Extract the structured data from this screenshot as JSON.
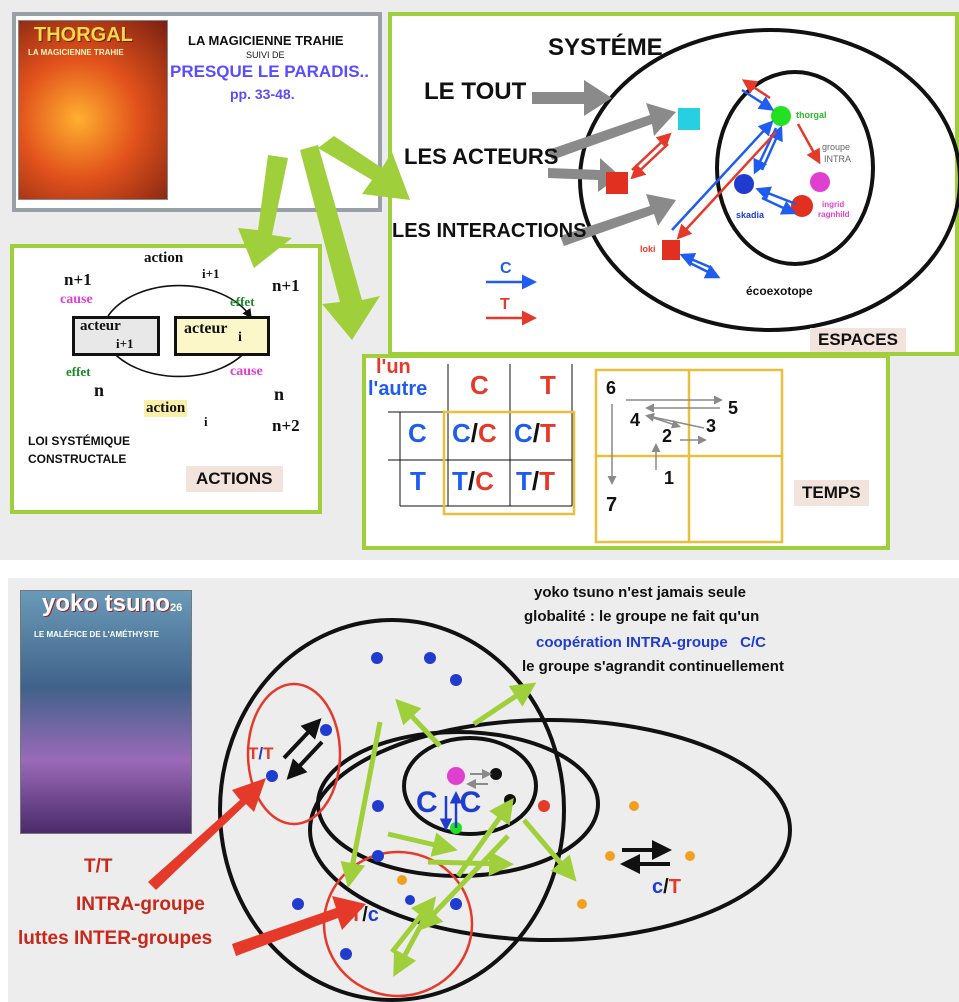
{
  "top": {
    "book": {
      "cover_series": "THORGAL",
      "cover_subtitle": "LA MAGICIENNE TRAHIE",
      "title": "LA MAGICIENNE TRAHIE",
      "suivi": "SUIVI DE",
      "subtitle": "PRESQUE LE PARADIS..",
      "pages": "pp. 33-48."
    },
    "system": {
      "label": "SYSTÉME",
      "le_tout": "LE TOUT",
      "les_acteurs": "LES ACTEURS",
      "les_interactions": "LES INTERACTIONS",
      "legend_c": "C",
      "legend_t": "T",
      "thorgal": "thorgal",
      "groupe": "groupe",
      "intra": "INTRA",
      "ingrid": "ingrid",
      "ragnhild": "ragnhild",
      "skadia": "skadia",
      "loki": "loki",
      "ecoexotope": "écoexotope",
      "espaces": "ESPACES"
    },
    "actions": {
      "action_top": "action",
      "i_plus_1_top": "i+1",
      "n_plus_1_left": "n+1",
      "n_plus_1_right": "n+1",
      "cause_left": "cause",
      "effet_right": "effet",
      "acteur_left": "acteur",
      "acteur_left_sub": "i+1",
      "acteur_right": "acteur",
      "acteur_right_sub": "i",
      "effet_left": "effet",
      "cause_right": "cause",
      "n_left": "n",
      "n_right": "n",
      "action_bottom": "action",
      "action_bottom_sub": "i",
      "n_plus_2": "n+2",
      "loi1": "LOI SYSTÉMIQUE",
      "loi2": "CONSTRUCTALE",
      "label": "ACTIONS"
    },
    "matrix": {
      "lun": "l'un",
      "lautre": "l'autre",
      "h_c": "C",
      "h_t": "T",
      "r_c": "C",
      "r_t": "T",
      "cc_a": "C",
      "cc_b": "C",
      "ct_a": "C",
      "ct_b": "T",
      "tc_a": "T",
      "tc_b": "C",
      "tt_a": "T",
      "tt_b": "T",
      "slash": "/"
    },
    "temps": {
      "n6": "6",
      "n5": "5",
      "n4": "4",
      "n3": "3",
      "n2": "2",
      "n1": "1",
      "n7": "7",
      "label": "TEMPS"
    }
  },
  "bottom": {
    "cover_series": "yoko tsuno",
    "cover_number": "26",
    "cover_subtitle": "LE MALÉFICE DE L'AMÉTHYSTE",
    "line1": "yoko tsuno n'est jamais seule",
    "line2": "globalité : le groupe ne fait qu'un",
    "line3": "coopération INTRA-groupe   C/C",
    "line4": "le groupe s'agrandit continuellement",
    "tt_small_a": "T",
    "tt_small_b": "/",
    "tt_small_c": "T",
    "cc_a": "C",
    "cc_b": "C",
    "tc_a": "T",
    "tc_b": "/",
    "tc_c": "c",
    "ct_a": "c",
    "ct_b": "/",
    "ct_c": "T",
    "left_tt": "T/T",
    "left_intra": "INTRA-groupe",
    "left_inter": "luttes INTER-groupes"
  },
  "colors": {
    "green": "#9fcf3a",
    "red": "#e53a2a",
    "blue": "#1f3ccf",
    "grey": "#8a8a8a",
    "yellow": "#e8c040",
    "bg_bottom": "#ededed"
  }
}
